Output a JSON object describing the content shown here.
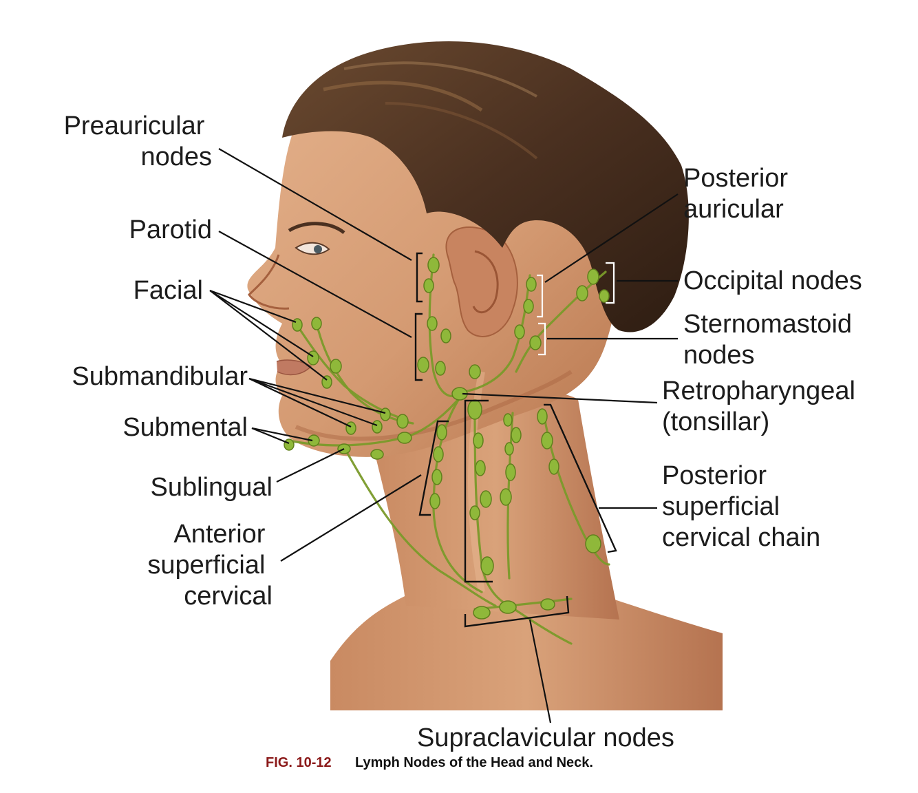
{
  "figure": {
    "caption_number": "FIG. 10-12",
    "caption_title": "Lymph Nodes of the Head and Neck.",
    "caption_number_color": "#8b1a1a"
  },
  "labels": {
    "preauricular": [
      "Preauricular",
      "nodes"
    ],
    "parotid": [
      "Parotid"
    ],
    "facial": [
      "Facial"
    ],
    "submandibular": [
      "Submandibular"
    ],
    "submental": [
      "Submental"
    ],
    "sublingual": [
      "Sublingual"
    ],
    "anterior_superficial_cervical": [
      "Anterior",
      "superficial",
      "cervical"
    ],
    "posterior_auricular": [
      "Posterior",
      "auricular"
    ],
    "occipital": [
      "Occipital nodes"
    ],
    "sternomastoid": [
      "Sternomastoid",
      "nodes"
    ],
    "retropharyngeal": [
      "Retropharyngeal",
      "(tonsillar)"
    ],
    "posterior_superficial_cervical_chain": [
      "Posterior",
      "superficial",
      "cervical chain"
    ],
    "supraclavicular": [
      "Supraclavicular nodes"
    ]
  },
  "colors": {
    "skin": "#d49a72",
    "skin_shadow": "#b87550",
    "hair": "#4a3020",
    "hair_highlight": "#8a6440",
    "lymph_node": "#8fb83a",
    "lymph_vessel": "#7a9a2a"
  }
}
